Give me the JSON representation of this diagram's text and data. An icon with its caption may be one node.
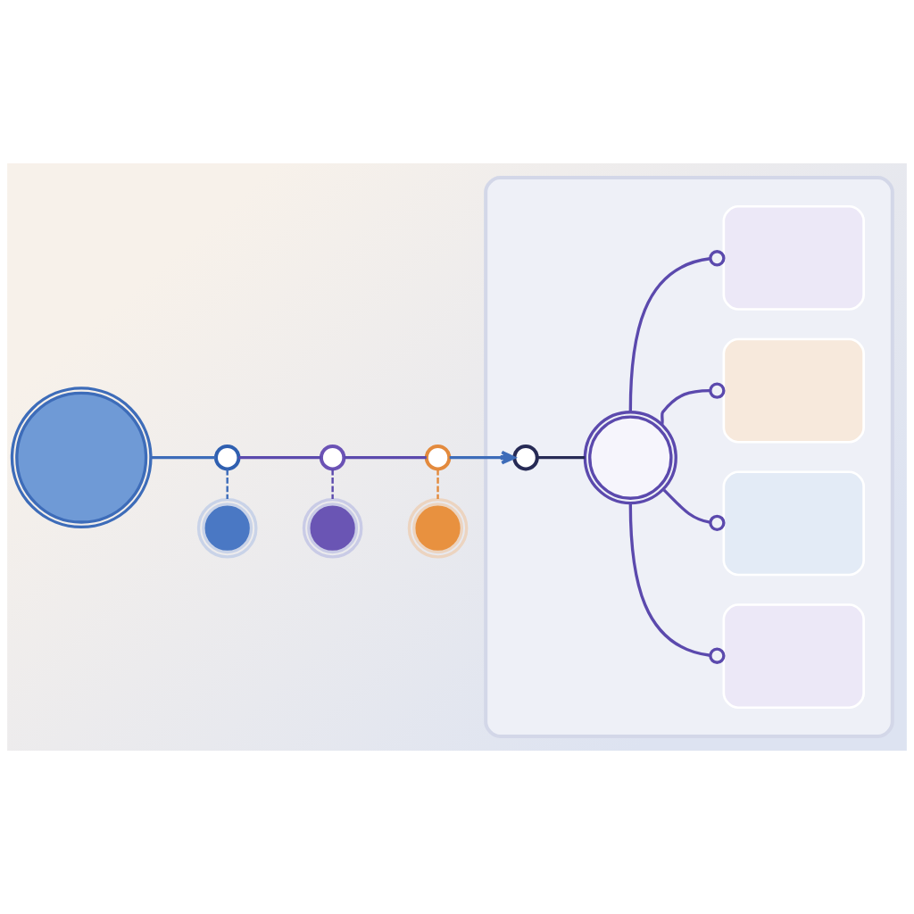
{
  "diagram": {
    "nodes": [
      {
        "text": [],
        "shape": "picture"
      },
      {
        "text": [],
        "shape": "circle"
      },
      {
        "text": [],
        "shape": "circle"
      },
      {
        "text": [],
        "shape": "circle"
      },
      {
        "text": [],
        "shape": "picture"
      },
      {
        "text": [],
        "shape": "picture"
      },
      {
        "text": [],
        "shape": "picture"
      },
      {
        "text": [],
        "shape": "box"
      },
      {
        "text": [],
        "shape": "circle",
        "in": 7
      },
      {
        "text": [],
        "shape": "picture",
        "in": 7
      },
      {
        "text": [],
        "shape": "box",
        "in": 7
      },
      {
        "text": [],
        "shape": "box",
        "in": 7
      },
      {
        "text": [],
        "shape": "box",
        "in": 7
      },
      {
        "text": [],
        "shape": "box",
        "in": 7
      }
    ],
    "edges": [
      {
        "from": 0,
        "to": 1,
        "arrow": "none",
        "color": "#3d6cb9"
      },
      {
        "from": 1,
        "to": 2,
        "arrow": "none"
      },
      {
        "from": 2,
        "to": 3,
        "arrow": "none"
      },
      {
        "from": 3,
        "to": 8,
        "arrow": "to",
        "color": "#3d6cb9"
      },
      {
        "from": 1,
        "to": 4,
        "arrow": "none",
        "style": "dashed",
        "color": "#3d6cb9"
      },
      {
        "from": 2,
        "to": 5,
        "arrow": "none",
        "style": "dashed"
      },
      {
        "from": 3,
        "to": 6,
        "arrow": "none",
        "style": "dashed",
        "color": "#e38a3d"
      },
      {
        "from": 8,
        "to": 9,
        "arrow": "none",
        "color": "#262a55"
      },
      {
        "from": 9,
        "to": 10,
        "arrow": "other"
      },
      {
        "from": 9,
        "to": 11,
        "arrow": "other"
      },
      {
        "from": 9,
        "to": 12,
        "arrow": "other"
      },
      {
        "from": 9,
        "to": 13,
        "arrow": "other"
      }
    ]
  }
}
